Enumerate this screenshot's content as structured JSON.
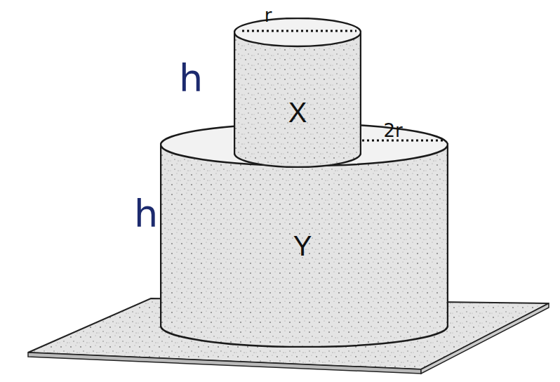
{
  "diagram": {
    "nodes": [
      {
        "text": [
          "X"
        ]
      },
      {
        "text": [
          "Y"
        ]
      }
    ],
    "labels": [
      "r",
      "2r",
      "h",
      "h"
    ]
  }
}
